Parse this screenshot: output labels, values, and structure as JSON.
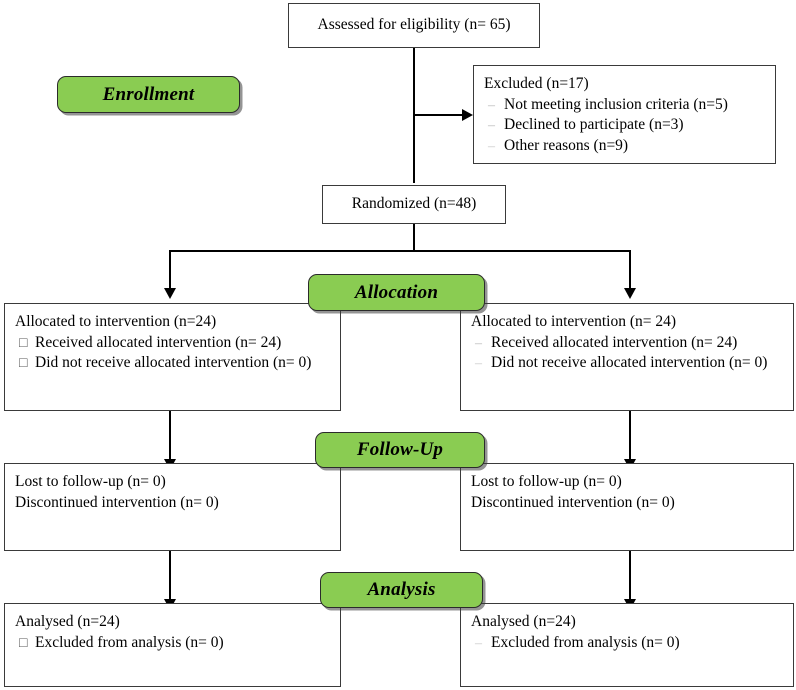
{
  "diagram": {
    "title": "CONSORT participant flow diagram",
    "accent_green": "#8ACC52",
    "border_color": "#3a3a3a",
    "line_color": "#000000"
  },
  "stages": {
    "enrollment": "Enrollment",
    "allocation": "Allocation",
    "followup": "Follow-Up",
    "analysis": "Analysis"
  },
  "boxes": {
    "assessed": {
      "text": "Assessed for eligibility (n= 65)"
    },
    "excluded": {
      "header": "Excluded (n=17)",
      "items": [
        "Not meeting inclusion criteria (n=5)",
        "Declined to participate (n=3)",
        "Other reasons (n=9)"
      ]
    },
    "randomized": {
      "text": "Randomized (n=48)"
    },
    "allocation_left": {
      "header": "Allocated to intervention (n=24)",
      "items": [
        "Received allocated intervention (n= 24)",
        "Did not receive allocated intervention (n= 0)"
      ]
    },
    "allocation_right": {
      "header": "Allocated to intervention (n= 24)",
      "items": [
        "Received allocated intervention (n= 24)",
        "Did not receive allocated intervention (n= 0)"
      ]
    },
    "followup_left": {
      "line1": "Lost to follow-up (n= 0)",
      "line2": "Discontinued intervention (n= 0)"
    },
    "followup_right": {
      "line1": "Lost to follow-up (n= 0)",
      "line2": "Discontinued intervention (n= 0)"
    },
    "analysis_left": {
      "header": "Analysed (n=24)",
      "items": [
        "Excluded from analysis (n= 0)"
      ]
    },
    "analysis_right": {
      "header": "Analysed (n=24)",
      "items": [
        "Excluded from analysis (n= 0)"
      ]
    }
  },
  "bullets": {
    "square": "□",
    "dash": "–"
  }
}
